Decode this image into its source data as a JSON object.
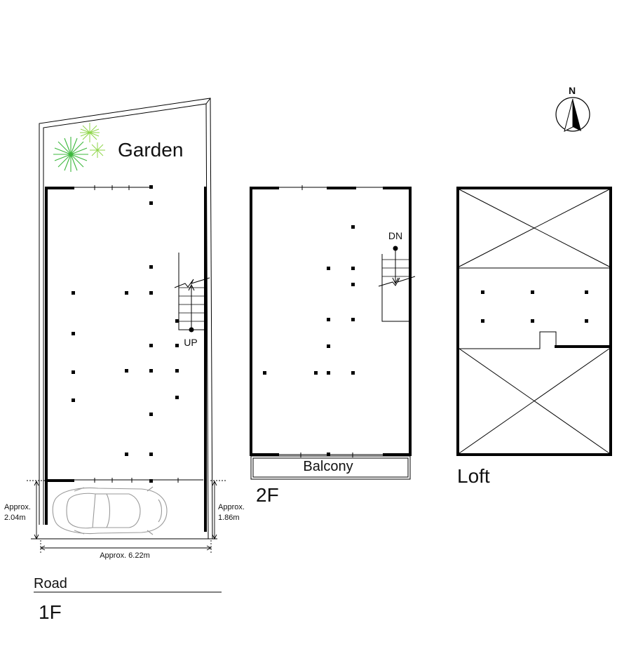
{
  "compass": {
    "label": "N",
    "icon": "north-arrow-icon"
  },
  "floors": {
    "first": {
      "title": "1F",
      "garden_label": "Garden",
      "stair_label": "UP",
      "road_label": "Road",
      "dimensions": {
        "left_depth": "Approx.\n2.04m",
        "right_depth": "Approx.\n1.86m",
        "width": "Approx. 6.22m"
      }
    },
    "second": {
      "title": "2F",
      "stair_label": "DN",
      "balcony_label": "Balcony"
    },
    "loft": {
      "title": "Loft"
    }
  },
  "colors": {
    "wall": "#000000",
    "garden_green": "#3cb83c",
    "garden_light": "#8fd64a",
    "car": "#999999"
  }
}
